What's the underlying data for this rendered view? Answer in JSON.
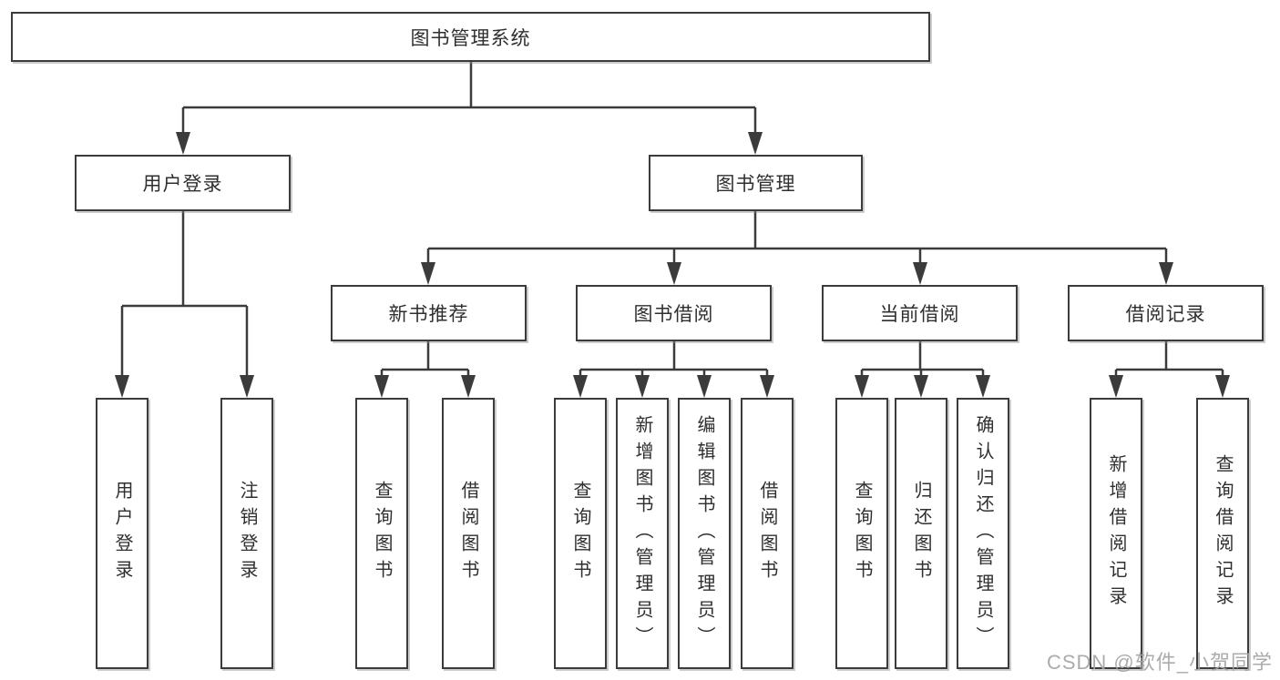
{
  "tree": {
    "root": {
      "label": "图书管理系统"
    },
    "branches": [
      {
        "label": "用户登录",
        "children": [
          {
            "label": "用户登录"
          },
          {
            "label": "注销登录"
          }
        ]
      },
      {
        "label": "图书管理",
        "sections": [
          {
            "label": "新书推荐",
            "children": [
              {
                "label": "查询图书"
              },
              {
                "label": "借阅图书"
              }
            ]
          },
          {
            "label": "图书借阅",
            "children": [
              {
                "label": "查询图书"
              },
              {
                "label": "新增图书（管理员）"
              },
              {
                "label": "编辑图书（管理员）"
              },
              {
                "label": "借阅图书"
              }
            ]
          },
          {
            "label": "当前借阅",
            "children": [
              {
                "label": "查询图书"
              },
              {
                "label": "归还图书"
              },
              {
                "label": "确认归还（管理员）"
              }
            ]
          },
          {
            "label": "借阅记录",
            "children": [
              {
                "label": "新增借阅记录"
              },
              {
                "label": "查询借阅记录"
              }
            ]
          }
        ]
      }
    ]
  },
  "watermark": {
    "text": "CSDN @软件_小贺同学"
  },
  "colors": {
    "line": "#3b3b3b",
    "text": "#2f2f2f",
    "box_background": "#ffffff",
    "watermark": "#a3a3a3"
  }
}
